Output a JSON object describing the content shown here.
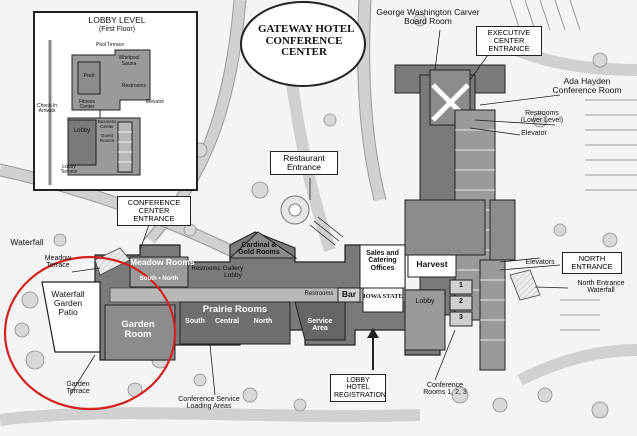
{
  "title": {
    "line1": "GATEWAY HOTEL",
    "line2": "CONFERENCE",
    "line3": "CENTER"
  },
  "inset": {
    "title": "LOBBY LEVEL",
    "subtitle": "(First Floor)",
    "labels": {
      "pool_terrace": "Pool Terrace",
      "whirlpool": "Whirlpool",
      "sauna": "Sauna",
      "pool": "Pool",
      "restrooms": "Restrooms",
      "elevator": "Elevator",
      "fitness_center": "Fitness Center",
      "checkin": "Check-In Arrivals",
      "lobby": "Lobby",
      "business_center": "Business Center",
      "guest_rooms": "Guest Rooms",
      "lobby_terrace": "Lobby Terrace"
    }
  },
  "callouts": {
    "board_room": "George Washington Carver Board Room",
    "executive_entrance": "EXECUTIVE CENTER ENTRANCE",
    "ada_hayden": "Ada Hayden Conference Room",
    "restrooms_lower": "Restrooms (Lower Level)",
    "elevator": "Elevator",
    "restaurant_entrance": "Restaurant Entrance",
    "conference_entrance": "CONFERENCE CENTER ENTRANCE",
    "waterfall": "Waterfall",
    "meadow_terrace": "Meadow Terrace",
    "waterfall_patio": "Waterfall Garden Patio",
    "garden_terrace": "Garden Terrace",
    "loading": "Conference Service Loading Areas",
    "lobby_reg": "LOBBY HOTEL REGISTRATION",
    "conf_rooms": "Conference Rooms 1, 2, 3",
    "north_entrance": "NORTH ENTRANCE",
    "north_waterfall": "North Entrance Waterfall",
    "elevators": "Elevators"
  },
  "rooms": {
    "meadow": "Meadow Rooms",
    "south_north": "South • North",
    "restrooms": "Restrooms",
    "gallery": "Gallery Lobby",
    "cardinal": "Cardinal & Gold Rooms",
    "sales": "Sales and Catering Offices",
    "harvest": "Harvest",
    "garden": "Garden Room",
    "prairie": "Prairie Rooms",
    "prairie_south": "South",
    "prairie_central": "Central",
    "prairie_north": "North",
    "service": "Service Area",
    "restrooms2": "Restrooms",
    "bar": "Bar",
    "iowa_state": "IOWA STATE",
    "lobby": "Lobby",
    "room1": "1",
    "room2": "2",
    "room3": "3"
  },
  "colors": {
    "building": "#7a7a7a",
    "corridor": "#b8b8b8",
    "ground": "#f4f4f4",
    "highlight": "#d42020"
  }
}
